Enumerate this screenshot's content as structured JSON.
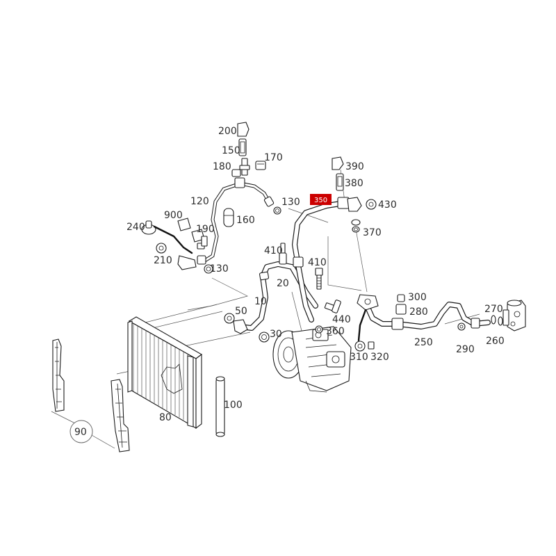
{
  "callouts": {
    "c10": "10",
    "c20": "20",
    "c30": "30",
    "c50": "50",
    "c80": "80",
    "c90": "90",
    "c100": "100",
    "c120": "120",
    "c130a": "130",
    "c130b": "130",
    "c150": "150",
    "c160": "160",
    "c170": "170",
    "c180": "180",
    "c190": "190",
    "c200": "200",
    "c210": "210",
    "c240": "240",
    "c250": "250",
    "c260": "260",
    "c270": "270",
    "c280": "280",
    "c290": "290",
    "c300": "300",
    "c310": "310",
    "c320": "320",
    "c350": "350",
    "c360": "360",
    "c370": "370",
    "c380": "380",
    "c390": "390",
    "c410a": "410",
    "c410b": "410",
    "c430": "430",
    "c440": "440",
    "c900": "900"
  },
  "highlight": {
    "callout": "350",
    "color": "#cc0000"
  },
  "icons": [
    "condenser",
    "compressor",
    "expansion-valve",
    "receiver-drier",
    "refrigerant-line",
    "pressure-sensor",
    "o-ring",
    "mounting-bracket"
  ]
}
